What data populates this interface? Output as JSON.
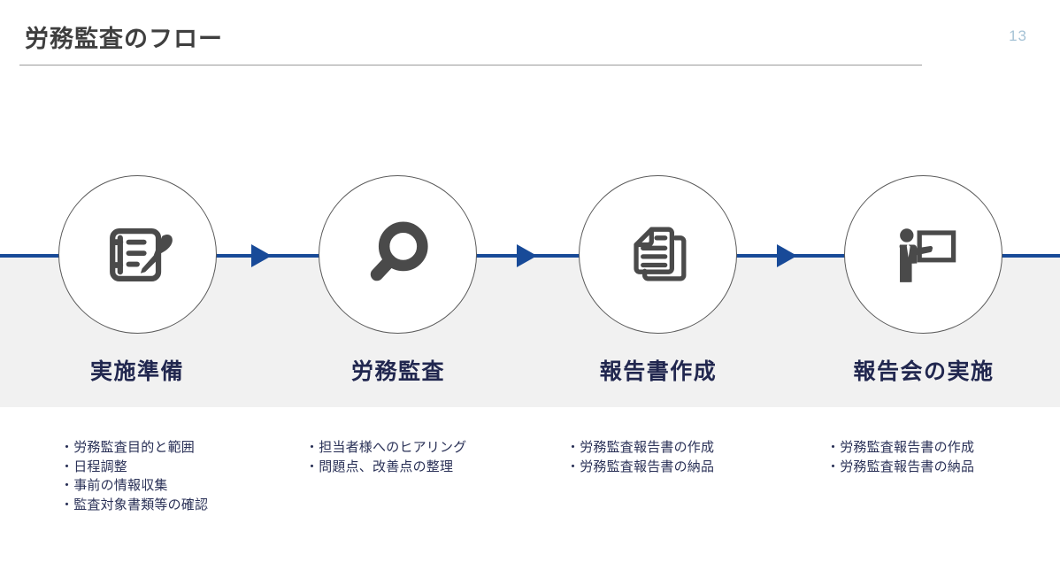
{
  "slide": {
    "title": "労務監査のフロー",
    "page_number": "13",
    "accent_color": "#184a98",
    "label_color": "#21274f",
    "band_color": "#f1f1f1",
    "icon_color": "#4a4a4a"
  },
  "steps": [
    {
      "label": "実施準備",
      "icon": "clipboard-pen-icon",
      "bullets": [
        "・労務監査目的と範囲",
        "・日程調整",
        "・事前の情報収集",
        "・監査対象書類等の確認"
      ]
    },
    {
      "label": "労務監査",
      "icon": "magnifying-glass-icon",
      "bullets": [
        "・担当者様へのヒアリング",
        "・問題点、改善点の整理"
      ]
    },
    {
      "label": "報告書作成",
      "icon": "documents-icon",
      "bullets": [
        "・労務監査報告書の作成",
        "・労務監査報告書の納品"
      ]
    },
    {
      "label": "報告会の実施",
      "icon": "presenter-board-icon",
      "bullets": [
        "・労務監査報告書の作成",
        "・労務監査報告書の納品"
      ]
    }
  ]
}
